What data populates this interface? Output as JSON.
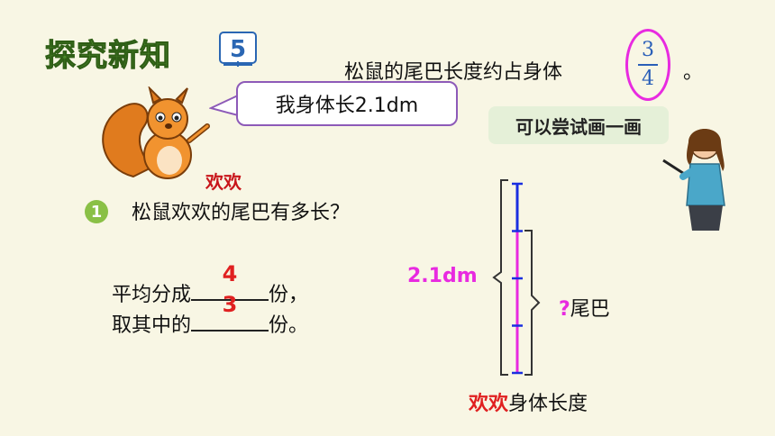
{
  "header": {
    "title": "探究新知",
    "lesson_number": "5"
  },
  "problem": {
    "intro": "松鼠的尾巴长度约占身体",
    "fraction_numerator": "3",
    "fraction_denominator": "4",
    "period": "。"
  },
  "speech_bubble": "我身体长2.1dm",
  "hint": "可以尝试画一画",
  "squirrel_name": "欢欢",
  "question": {
    "number": "1",
    "text": "松鼠欢欢的尾巴有多长？"
  },
  "answer": {
    "line1_prefix": "平均分成",
    "line1_value": "4",
    "line1_suffix": "份，",
    "line2_prefix": "取其中的",
    "line2_value": "3",
    "line2_suffix": "份。"
  },
  "diagram": {
    "length_label": "2.1dm",
    "tail_question": "?",
    "tail_label": "尾巴",
    "body_name": "欢欢",
    "body_label_suffix": "身体长度",
    "total_parts": 4,
    "tail_parts": 3,
    "colors": {
      "body_line": "#1a2fe0",
      "tail_line": "#e82ae0"
    }
  },
  "colors": {
    "title": "#4c8a2c",
    "background": "#f8f6e4",
    "answer": "#e02020",
    "highlight": "#e82ae0",
    "fraction": "#2a5fb8"
  }
}
